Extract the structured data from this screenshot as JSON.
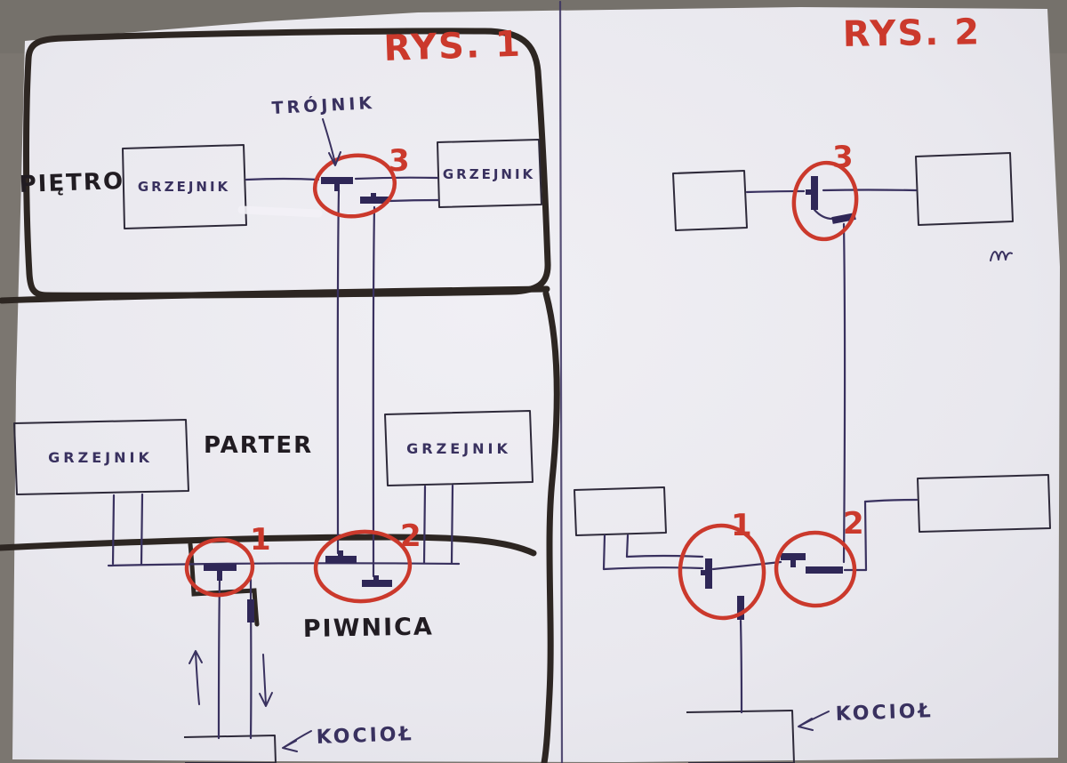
{
  "scene": {
    "type": "photo of hand-drawn heating schematic on paper",
    "background_color": "#7b7670",
    "paper_color": "#e9e8ee"
  },
  "colors": {
    "outline_dark": "#2d2622",
    "ink_blue": "#39315f",
    "fitting_purple": "#2f2757",
    "marker_red": "#cb392c",
    "text_black": "#211c22"
  },
  "rys1": {
    "title": "RYS. 1",
    "floor_top_label": "PIĘTRO",
    "floor_ground_label": "PARTER",
    "floor_basement_label": "PIWNICA",
    "tee_label": "TRÓJNIK",
    "boiler_label": "KOCIOŁ",
    "radiator_labels": [
      "GRZEJNIK",
      "GRZEJNIK",
      "GRZEJNIK",
      "GRZEJNIK"
    ],
    "markers": {
      "m1": "1",
      "m2": "2",
      "m3": "3"
    }
  },
  "rys2": {
    "title": "RYS. 2",
    "boiler_label": "KOCIOŁ",
    "markers": {
      "m1": "1",
      "m2": "2",
      "m3": "3"
    }
  }
}
